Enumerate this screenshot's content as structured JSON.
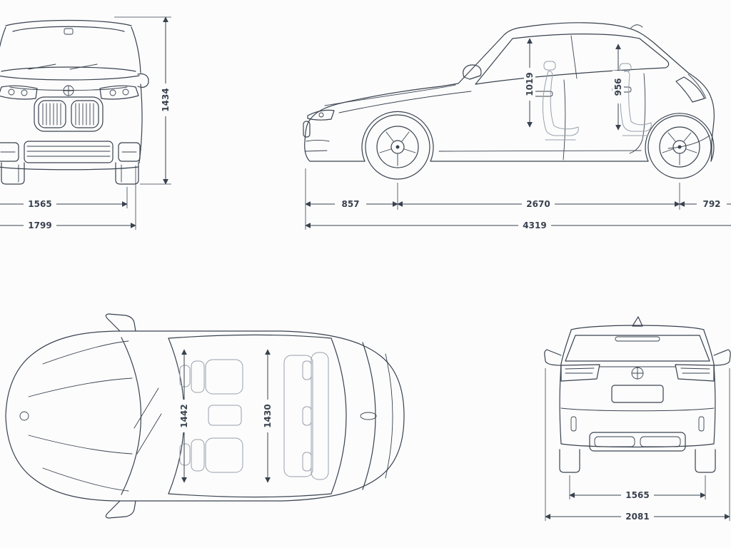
{
  "colors": {
    "line": "#39424f",
    "secondary": "#97a0ab",
    "background": "#fcfcfc"
  },
  "dims": {
    "front": {
      "height": "1434",
      "track": "1565",
      "width": "1799"
    },
    "side": {
      "headroom_front": "1019",
      "headroom_rear": "956",
      "overhang_front": "857",
      "wheelbase": "2670",
      "overhang_rear": "792",
      "length": "4319"
    },
    "top": {
      "width_front": "1442",
      "width_rear": "1430"
    },
    "rear": {
      "track": "1565",
      "width_mirrors": "2081"
    }
  }
}
